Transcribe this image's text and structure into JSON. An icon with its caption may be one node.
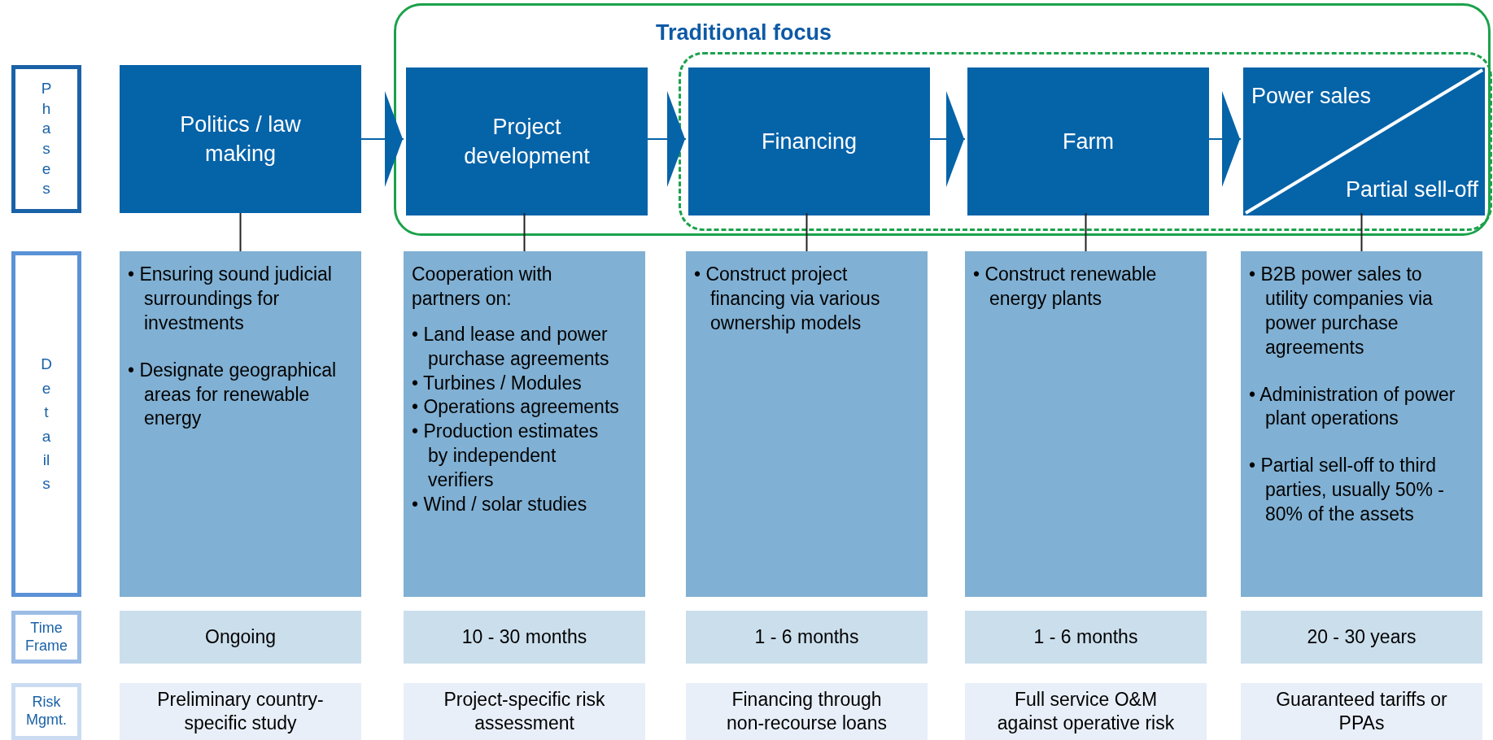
{
  "diagram": {
    "nodes": [
      {
        "text": [],
        "shape": "box"
      },
      {
        "text": [
          "Traditional focus"
        ],
        "in": 0
      },
      {
        "text": [
          "Phases"
        ]
      },
      {
        "text": [
          "Politics / law making"
        ]
      },
      {
        "text": [
          "Project development"
        ],
        "in": 0
      },
      {
        "text": [
          "Financing"
        ],
        "in": 1
      },
      {
        "text": [
          "Farm"
        ],
        "in": 1
      },
      {
        "text": [
          "Power sales",
          "Partial sell-off"
        ],
        "in": 1
      },
      {
        "text": [
          "Details"
        ]
      },
      {
        "text": [
          "• Ensuring sound judicial surroundings for investments",
          "•  Designate geographical areas for renewable energy"
        ]
      },
      {
        "text": [
          "Cooperation with partners on:",
          "• Land lease and power purchase agreements",
          "• Turbines / Modules",
          "• Operations agreements",
          "• Production estimates by independent verifiers",
          "• Wind / solar studies"
        ]
      },
      {
        "text": [
          "• Construct project financing via various ownership models"
        ]
      },
      {
        "text": [
          "• Construct renewable energy plants"
        ]
      },
      {
        "text": [
          "• B2B power sales to utility companies via power purchase agreements",
          "• Administration of power plant operations",
          "• Partial sell-off to third parties, usually 50% - 80% of the assets"
        ]
      },
      {
        "text": [
          "Time Frame"
        ]
      },
      {
        "text": [
          "Ongoing"
        ]
      },
      {
        "text": [
          "10 - 30 months"
        ]
      },
      {
        "text": [
          "1 - 6 months"
        ]
      },
      {
        "text": [
          "1 - 6 months"
        ]
      },
      {
        "text": [
          "20 - 30 years"
        ]
      },
      {
        "text": [
          "Risk Mgmt."
        ]
      },
      {
        "text": [
          "Preliminary country-specific study"
        ]
      },
      {
        "text": [
          "Project-specific risk assessment"
        ]
      },
      {
        "text": [
          "Financing through non-recourse loans"
        ]
      },
      {
        "text": [
          "Full service O&M against operative risk"
        ]
      },
      {
        "text": [
          "Guaranteed tariffs or PPAs"
        ]
      }
    ],
    "edges": [
      {
        "from": 3,
        "to": 4,
        "arrow": "to",
        "color": "#0563a8"
      },
      {
        "from": 4,
        "to": 5,
        "arrow": "to",
        "color": "#0563a8"
      },
      {
        "from": 5,
        "to": 6,
        "arrow": "to",
        "color": "#0563a8"
      },
      {
        "from": 6,
        "to": 7,
        "arrow": "to",
        "color": "#0563a8"
      },
      {
        "from": 3,
        "to": 9,
        "arrow": "none"
      },
      {
        "from": 4,
        "to": 10,
        "arrow": "none"
      },
      {
        "from": 5,
        "to": 11,
        "arrow": "none"
      },
      {
        "from": 6,
        "to": 12,
        "arrow": "none"
      },
      {
        "from": 7,
        "to": 13,
        "arrow": "none"
      }
    ]
  }
}
